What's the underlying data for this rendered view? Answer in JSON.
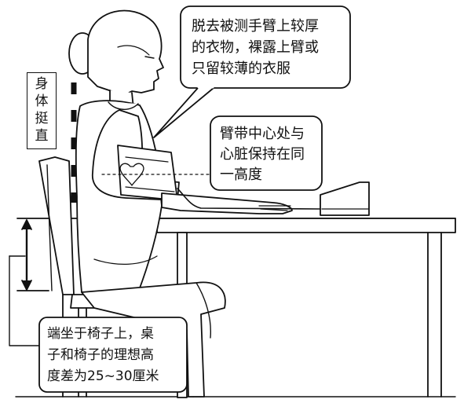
{
  "labels": {
    "posture": [
      "身",
      "体",
      "挺",
      "直"
    ],
    "remove_clothes": [
      "脱去被测手臂上较厚",
      "的衣物，裸露上臂或",
      "只留较薄的衣服"
    ],
    "cuff_heart": [
      "臂带中心处与",
      "心脏保持在同",
      "一高度"
    ],
    "seat_table": [
      "端坐于椅子上，桌",
      "子和椅子的理想高",
      "度差为25~30厘米"
    ]
  },
  "colors": {
    "line": "#111111",
    "paper": "#ffffff",
    "dashes": "#111111"
  }
}
